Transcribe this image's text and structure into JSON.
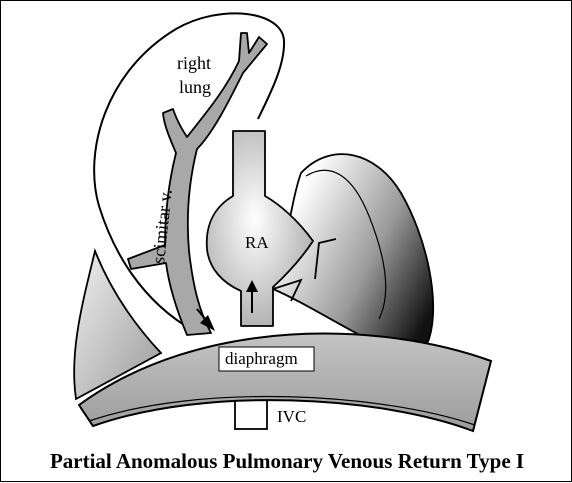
{
  "labels": {
    "right_lung_line1": "right",
    "right_lung_line2": "lung",
    "scimitar_vein": "scimitar v.",
    "right_atrium": "RA",
    "diaphragm": "diaphragm",
    "ivc": "IVC"
  },
  "caption": "Partial Anomalous Pulmonary Venous Return Type I",
  "colors": {
    "vessel_gray": "#a8a8a8",
    "diaphragm_gray": "#b4b4b4",
    "outline": "#000000",
    "heart_dark": "#111111"
  }
}
